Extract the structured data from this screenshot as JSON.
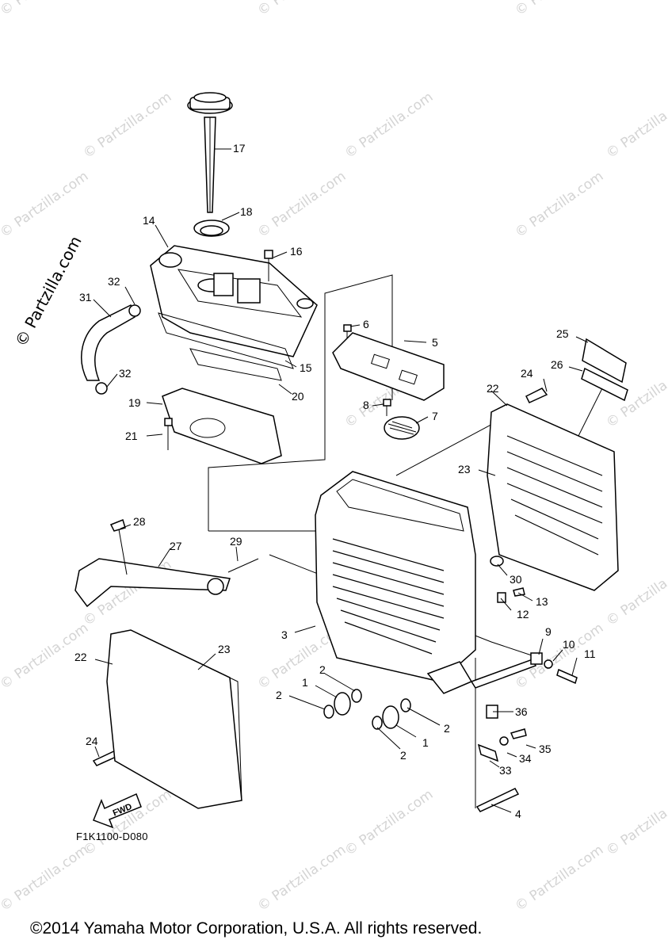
{
  "watermark": "© Partzilla.com",
  "side_watermark": "© Partzilla.com",
  "reference_code": "F1K1100-D080",
  "fwd_label": "FWD",
  "copyright": "©2014 Yamaha Motor Corporation, U.S.A. All rights reserved.",
  "callouts": [
    "1",
    "2",
    "3",
    "4",
    "5",
    "6",
    "7",
    "8",
    "9",
    "10",
    "11",
    "12",
    "13",
    "14",
    "15",
    "16",
    "17",
    "18",
    "19",
    "20",
    "21",
    "22",
    "23",
    "24",
    "25",
    "26",
    "27",
    "28",
    "29",
    "30",
    "31",
    "32",
    "33",
    "34",
    "35",
    "36"
  ]
}
